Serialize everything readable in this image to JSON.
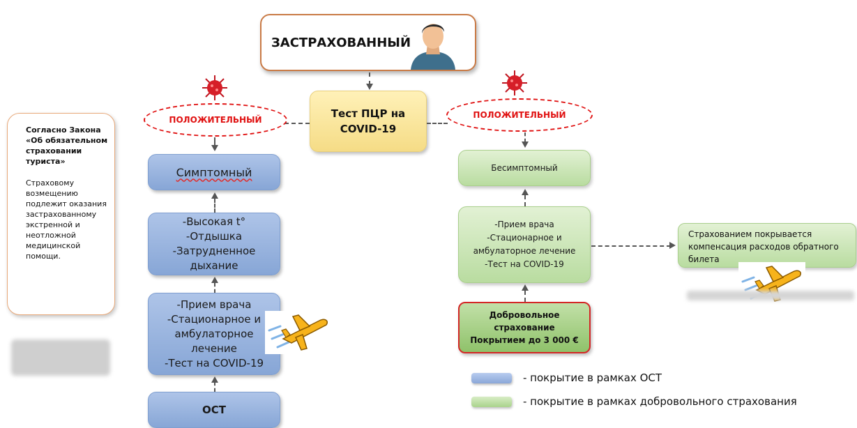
{
  "insured": {
    "title": "ЗАСТРАХОВАННЫЙ"
  },
  "test": {
    "line1": "Тест ПЦР на",
    "line2": "COVID-19"
  },
  "left": {
    "positive": "ПОЛОЖИТЕЛЬНЫЙ",
    "symptomatic": "Симптомный",
    "symptoms": "-Высокая t°\n-Отдышка\n-Затрудненное\nдыхание",
    "treatment": "-Прием врача\n-Стационарное и\nамбулаторное\nлечение\n-Тест на COVID-19",
    "ost": "ОСТ"
  },
  "right": {
    "positive": "ПОЛОЖИТЕЛЬНЫЙ",
    "asymptomatic": "Бесимптомный",
    "treatment": "-Прием врача\n-Стационарное и\nамбулаторное лечение\n-Тест на COVID-19",
    "voluntary": "Добровольное\nстрахование\nПокрытием до 3 000 €",
    "compensation": "Страхованием покрывается компенсация расходов обратного билета"
  },
  "sidebar": {
    "law": "Согласно Закона «Об обязательном страховании туриста»",
    "body": "Страховому возмещению подлежит оказания застрахованному экстренной и неотложной медицинской помощи."
  },
  "legend": {
    "items": [
      {
        "label": "- покрытие в рамках ОСТ",
        "color": "#9bb5e0"
      },
      {
        "label": "- покрытие в рамках добровольного страхования",
        "color": "#b9dca0"
      }
    ]
  },
  "icons": {
    "person": "person-icon",
    "virus": "virus-icon",
    "plane": "airplane-icon"
  }
}
